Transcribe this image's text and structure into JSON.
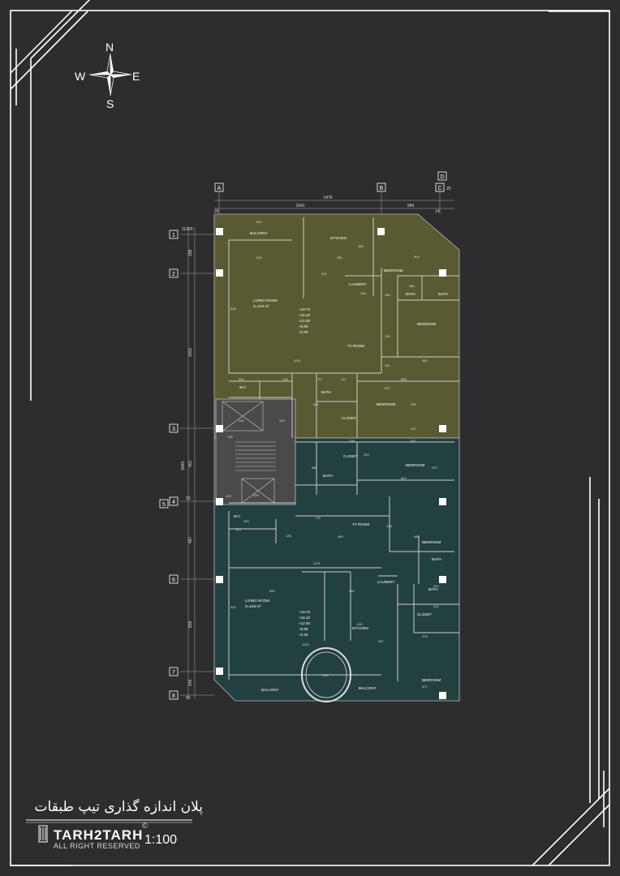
{
  "compass": {
    "n": "N",
    "s": "S",
    "e": "E",
    "w": "W"
  },
  "title": {
    "fa": "پلان اندازه گذاری تیپ طبقات",
    "scale": "1:100"
  },
  "logo": {
    "name": "TARH2TARH",
    "sub": "ALL RIGHT RESERVED",
    "reg": "©"
  },
  "grid": {
    "columns": [
      "A",
      "B",
      "C",
      "D"
    ],
    "rows": [
      "1",
      "2",
      "3",
      "4",
      "5",
      "6",
      "7",
      "8"
    ]
  },
  "dimensions": {
    "top_total": "1476",
    "top_a_b": "1041",
    "top_b_c": "584",
    "top_small_1": "25",
    "top_small_2": "14",
    "top_small_3": "25",
    "left_1": "50",
    "left_2": "258",
    "left_3": "1002",
    "left_4": "3045",
    "left_5": "461",
    "left_6": "23",
    "left_7": "487",
    "left_8": "838",
    "left_9": "145",
    "left_10": "50",
    "left_11": "113"
  },
  "upper_floor": {
    "color": "#5a5a32",
    "rooms": {
      "balcony": "BALCONY",
      "kitchen": "KITCHEN",
      "bedroom_a": "BEDROOM",
      "laundry": "LAUNDRY",
      "bath_a": "BATH",
      "bath_b": "BATH",
      "bedroom_b": "BEDROOM",
      "living": "LIVING ROOM",
      "living_area": "S=210 m²",
      "tv": "TV ROOM",
      "wc": "W.C",
      "bath_c": "BATH",
      "closet": "CLOSET",
      "bedroom_c": "BEDROOM"
    },
    "levels": [
      "+19.70",
      "+16.10",
      "+12.50",
      "+8.90",
      "+5.30"
    ],
    "dims": {
      "d520": "520",
      "d530": "530",
      "d481": "481",
      "d365": "365",
      "d291": "291",
      "d180": "180",
      "d503": "503",
      "d380": "380",
      "d838": "838",
      "d1021": "1021",
      "d360": "360",
      "d304": "304",
      "d216": "216",
      "d111": "111",
      "d95": "95",
      "d569": "569",
      "d607": "607",
      "d395": "395",
      "d260": "260",
      "d220": "220",
      "d537": "537",
      "d381": "381",
      "d150": "150",
      "d110": "110",
      "d160": "160"
    }
  },
  "lower_floor": {
    "color": "#234040",
    "rooms": {
      "closet": "CLOSET",
      "bedroom_a": "BEDROOM",
      "bath_a": "BATH",
      "wc": "W.C",
      "tv": "TV ROOM",
      "bedroom_b": "BEDROOM",
      "bath_b": "BATH",
      "laundry": "LAUNDRY",
      "bath_c": "BATH",
      "closet_b": "CLOSET",
      "living": "LIVING ROOM",
      "living_area": "S=246 m²",
      "kitchen": "KITCHEN",
      "balcony_a": "BALCONY",
      "balcony_b": "BALCONY",
      "bedroom_c": "BEDROOM"
    },
    "levels": [
      "+19.70",
      "+16.10",
      "+12.50",
      "+8.90",
      "+5.30"
    ],
    "dims": {
      "d236": "236",
      "d537": "537",
      "d220": "220",
      "d380": "380",
      "d379": "379",
      "d657": "657",
      "d120": "120",
      "d775": "775",
      "d245": "245",
      "d126": "126",
      "d489": "489",
      "d378": "378",
      "d486": "486",
      "d1271": "1271",
      "d699": "699",
      "d300": "300",
      "d430": "430",
      "d900": "900",
      "d487": "487",
      "d1139": "1139",
      "d290": "290",
      "d373": "373",
      "d371": "371",
      "d241": "241",
      "d243": "243",
      "d320": "320",
      "d200": "200",
      "d125": "125"
    }
  },
  "colors": {
    "background": "#2d2d2f",
    "upper": "#5a5a32",
    "lower": "#234040",
    "stair": "#4a4a4a"
  }
}
